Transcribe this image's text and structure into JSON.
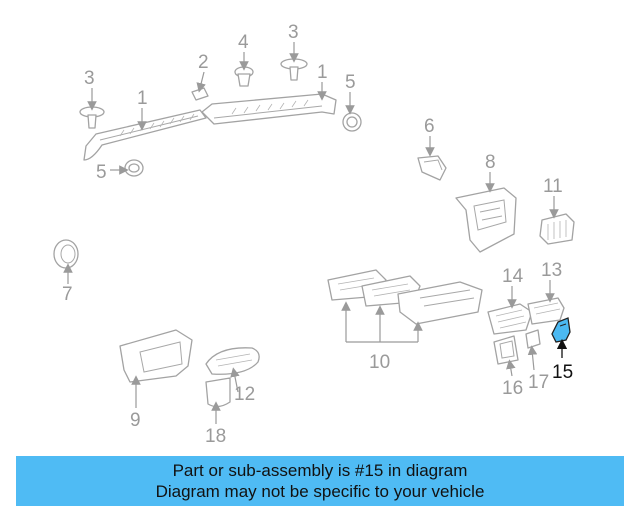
{
  "diagram": {
    "callouts": {
      "c1a": "1",
      "c1b": "1",
      "c2": "2",
      "c3a": "3",
      "c3b": "3",
      "c4": "4",
      "c5a": "5",
      "c5b": "5",
      "c6": "6",
      "c7": "7",
      "c8": "8",
      "c9": "9",
      "c10": "10",
      "c11": "11",
      "c12": "12",
      "c13": "13",
      "c14": "14",
      "c15": "15",
      "c16": "16",
      "c17": "17",
      "c18": "18"
    },
    "highlighted_part": "15"
  },
  "banner": {
    "line1": "Part or sub-assembly is #15 in diagram",
    "line2": "Diagram may not be specific to your vehicle"
  },
  "colors": {
    "highlight": "#4bb9f2",
    "banner": "#4fbbf4",
    "parts": "#a3a3a3"
  }
}
